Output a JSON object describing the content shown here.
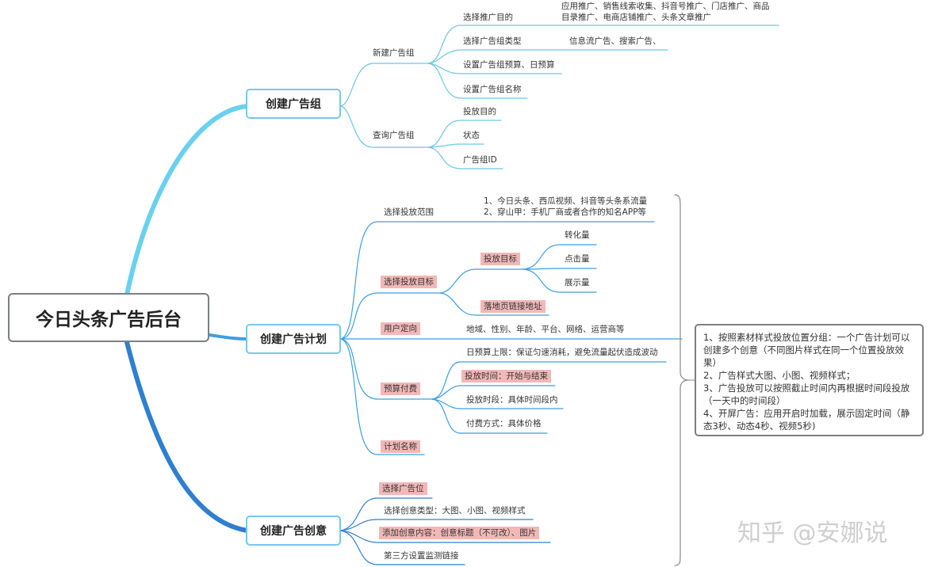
{
  "root": "今日头条广告后台",
  "groups": {
    "create_group": "创建广告组",
    "create_plan": "创建广告计划",
    "create_creative": "创建广告创意"
  },
  "ad_group": {
    "new_group": "新建广告组",
    "purpose": "选择推广目的",
    "purpose_detail_1": "应用推广、销售线索收集、抖音号推广、门店推广、商品",
    "purpose_detail_2": "目录推广、电商店铺推广、头条文章推广",
    "type": "选择广告组类型",
    "type_detail": "信息流广告、搜索广告、",
    "budget": "设置广告组预算、日预算",
    "name": "设置广告组名称",
    "query": "查询广告组",
    "q_purpose": "投放目的",
    "q_status": "状态",
    "q_id": "广告组ID"
  },
  "ad_plan": {
    "scope": "选择投放范围",
    "scope_detail_1": "1、今日头条、西瓜视频、抖音等头条系流量",
    "scope_detail_2": "2、穿山甲：手机厂商或者合作的知名APP等",
    "goal": "选择投放目标",
    "target": "投放目标",
    "conversion": "转化量",
    "clicks": "点击量",
    "impressions": "展示量",
    "landing": "落地页链接地址",
    "audience": "用户定向",
    "audience_detail": "地域、性别、年龄、平台、网络、运营商等",
    "budget_pay": "预算付费",
    "daily_cap": "日预算上限：保证匀速消耗，避免流量起伏造成波动",
    "time": "投放时间：开始与结束",
    "period": "投放时段：具体时间段内",
    "pay_method": "付费方式：具体价格",
    "plan_name": "计划名称"
  },
  "ad_creative": {
    "position": "选择广告位",
    "type": "选择创意类型：大图、小图、视频样式",
    "content": "添加创意内容：创意标题（不可改）、图片",
    "monitor": "第三方设置监测链接"
  },
  "note": {
    "line1": "1、按照素材样式投放位置分组：一个广告计划可以创建多个创意（不同图片样式在同一个位置投放效果）",
    "line2": "2、广告样式大图、小图、视频样式；",
    "line3": "3、广告投放可以按照截止时间内再根据时间段投放（一天中的时间段）",
    "line4": "4、开屏广告：应用开启时加载，展示固定时间（静态3秒、动态4秒、视频5秒)"
  },
  "watermark": "知乎 @安娜说",
  "colors": {
    "main_branch_light": "#6ad0ef",
    "main_branch_dark": "#3a8fd6",
    "sub_branch": "#6cc6e8",
    "highlight": "#f2b8b8",
    "box_border": "#7b7f86"
  }
}
